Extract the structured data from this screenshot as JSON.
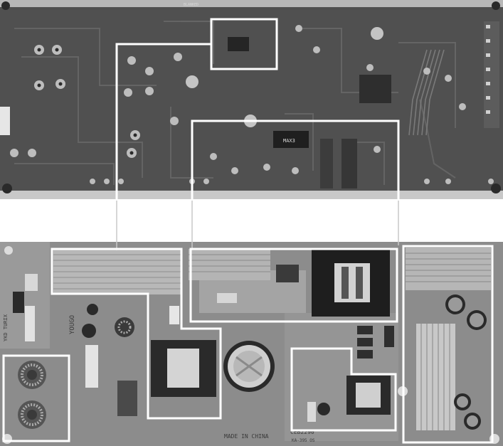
{
  "top_board": {
    "chip_label": "MAX3",
    "silkscreen_top": "BLANKED"
  },
  "bottom_board": {
    "silkscreen_made_in": "MADE IN CHINA",
    "silkscreen_model": "CEB2290",
    "silkscreen_side": "YOUGO",
    "silkscreen_line": "KA-395 OS",
    "silkscreen_vertical": "YKD TURIX"
  },
  "colors": {
    "board_top": "#4a4a4a",
    "board_bottom": "#8a8a8a",
    "highlight_outline": "#ffffff",
    "background": "#ffffff"
  }
}
